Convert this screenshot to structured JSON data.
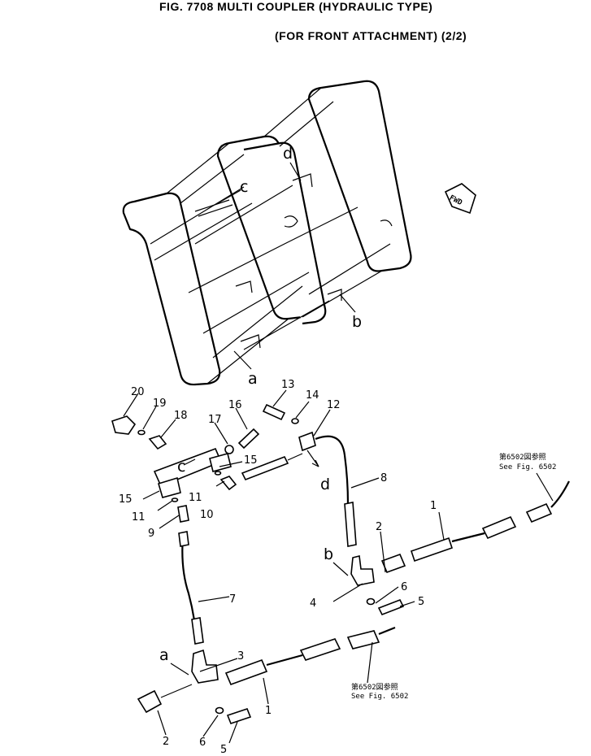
{
  "title": {
    "line1": "FIG. 7708  MULTI COUPLER (HYDRAULIC TYPE)",
    "line2": "(FOR FRONT ATTACHMENT) (2/2)"
  },
  "fwd_label": "FWD",
  "reference_labels": {
    "a": "a",
    "b": "b",
    "c": "c",
    "d": "d"
  },
  "notes": {
    "see_fig_top_jp": "第6502図参照",
    "see_fig_top_en": "See Fig. 6502",
    "see_fig_bottom_jp": "第6502図参照",
    "see_fig_bottom_en": "See Fig. 6502"
  },
  "callouts": {
    "n1_upper": "1",
    "n1_lower": "1",
    "n2_upper": "2",
    "n2_lower": "2",
    "n3": "3",
    "n4": "4",
    "n5_upper": "5",
    "n5_lower": "5",
    "n6_upper": "6",
    "n6_lower": "6",
    "n7": "7",
    "n8": "8",
    "n9": "9",
    "n10": "10",
    "n11_left": "11",
    "n11_mid": "11",
    "n12": "12",
    "n13": "13",
    "n14": "14",
    "n15_left": "15",
    "n15_right": "15",
    "n16": "16",
    "n17": "17",
    "n18": "18",
    "n19": "19",
    "n20": "20"
  }
}
